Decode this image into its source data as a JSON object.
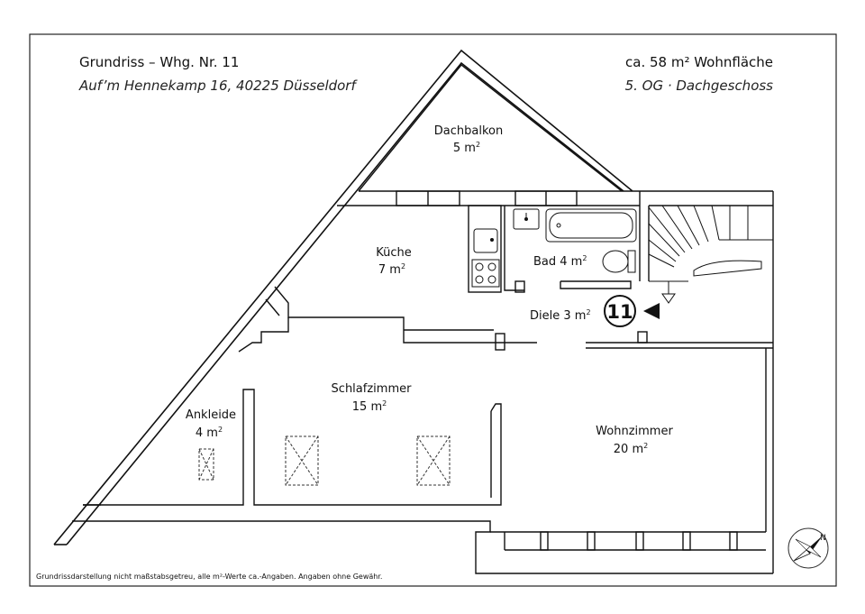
{
  "header": {
    "title": "Grundriss – Whg. Nr. 11",
    "address": "Auf’m Hennekamp 16, 40225 Düsseldorf",
    "area": "ca. 58 m² Wohnfläche",
    "floor": "5. OG · Dachgeschoss"
  },
  "unit_badge": "11",
  "rooms": {
    "dachbalkon": {
      "name": "Dachbalkon",
      "area_value": "5 m",
      "area_exp": "2"
    },
    "kueche": {
      "name": "Küche",
      "area_value": "7 m",
      "area_exp": "2"
    },
    "bad": {
      "name": "Bad 4 m",
      "area_exp": "2"
    },
    "diele": {
      "name": "Diele 3 m",
      "area_exp": "2"
    },
    "schlafzimmer": {
      "name": "Schlafzimmer",
      "area_value": "15 m",
      "area_exp": "2"
    },
    "ankleide": {
      "name": "Ankleide",
      "area_value": "4 m",
      "area_exp": "2"
    },
    "wohnzimmer": {
      "name": "Wohnzimmer",
      "area_value": "20 m",
      "area_exp": "2"
    }
  },
  "footer": {
    "disclaimer": "Grundrissdarstellung nicht maßstabsgetreu, alle m²-Werte ca.-Angaben. Angaben ohne Gewähr."
  },
  "compass_letter": "N"
}
